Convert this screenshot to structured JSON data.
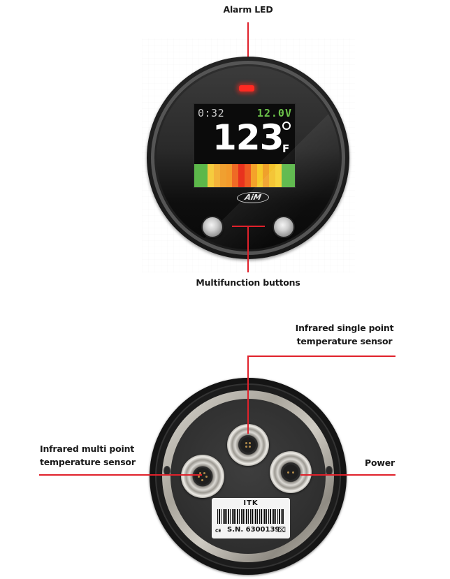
{
  "callouts": {
    "alarm_led": "Alarm LED",
    "multifunction_buttons": "Multifunction buttons",
    "ir_single_point_line1": "Infrared single point",
    "ir_single_point_line2": "temperature sensor",
    "ir_multi_point_line1": "Infrared multi point",
    "ir_multi_point_line2": "temperature sensor",
    "power": "Power"
  },
  "front_device": {
    "display": {
      "timer": "0:32",
      "voltage": "12.0V",
      "temperature": "123",
      "unit": "F"
    },
    "bargraph_segments": [
      {
        "color": "#5cb84a",
        "flex": 2.2
      },
      {
        "color": "#f5cc3e",
        "flex": 1
      },
      {
        "color": "#f3b33a",
        "flex": 1
      },
      {
        "color": "#f0a030",
        "flex": 1
      },
      {
        "color": "#f29a2c",
        "flex": 1
      },
      {
        "color": "#ef6a25",
        "flex": 1
      },
      {
        "color": "#e8321e",
        "flex": 1
      },
      {
        "color": "#ee5a22",
        "flex": 1
      },
      {
        "color": "#f4a22a",
        "flex": 1
      },
      {
        "color": "#f6c92a",
        "flex": 1
      },
      {
        "color": "#f0a12b",
        "flex": 1
      },
      {
        "color": "#f3c22c",
        "flex": 1
      },
      {
        "color": "#f7d236",
        "flex": 1
      },
      {
        "color": "#5cb84a",
        "flex": 2.2
      }
    ],
    "brand_logo": "AiM",
    "led_color": "#ff2a22"
  },
  "rear_device": {
    "label": {
      "model": "ITK",
      "serial": "S.N. 6300139",
      "ce_mark": "CE",
      "weee_symbol": "⌧"
    }
  },
  "colors": {
    "callout_line": "#e0212b",
    "voltage_green": "#6cc24a"
  }
}
